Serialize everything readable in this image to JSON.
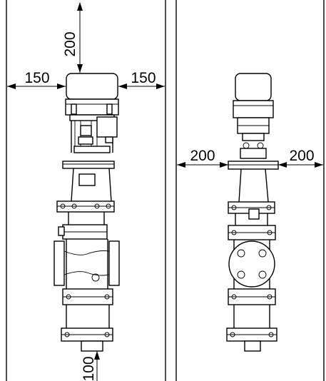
{
  "drawing": {
    "front_view": {
      "dim_top": "200",
      "dim_left": "150",
      "dim_right": "150",
      "dim_bottom": "100"
    },
    "side_view": {
      "dim_left": "200",
      "dim_right": "200"
    }
  }
}
